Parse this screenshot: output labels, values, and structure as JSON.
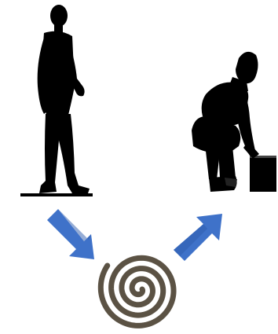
{
  "diagram": {
    "flow": [
      "walking-figure",
      "spiral",
      "squatting-lifter"
    ],
    "colors": {
      "silhouette": "#000000",
      "arrow": "#3f72c9",
      "arrow_shade": "#2d5cae",
      "spiral": "#5b5244",
      "background": "#ffffff"
    },
    "icons": {
      "left_figure": "walking-person-icon",
      "right_figure": "squatting-person-lifting-box-icon",
      "center": "spiral-icon",
      "arrows": [
        "arrow-down-right-icon",
        "arrow-up-right-icon"
      ]
    }
  }
}
